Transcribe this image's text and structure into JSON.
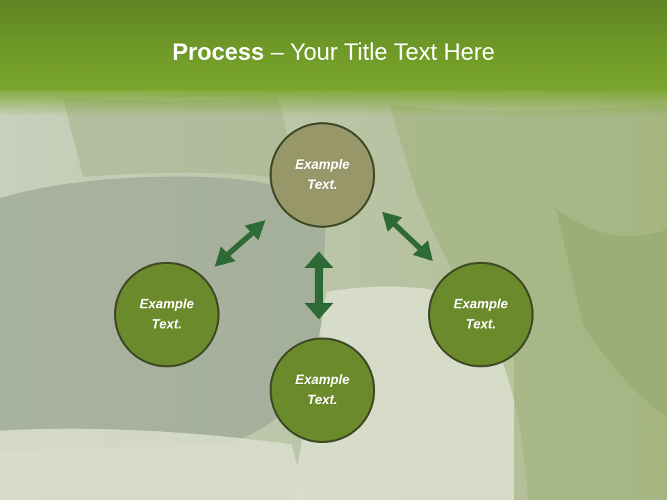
{
  "slide": {
    "title_bold": "Process",
    "title_rest": " – Your Title Text Here"
  },
  "nodes": [
    {
      "id": "top",
      "line1": "Example",
      "line2": "Text."
    },
    {
      "id": "left",
      "line1": "Example",
      "line2": "Text."
    },
    {
      "id": "right",
      "line1": "Example",
      "line2": "Text."
    },
    {
      "id": "bottom",
      "line1": "Example",
      "line2": "Text."
    }
  ],
  "colors": {
    "header": "#6f9a27",
    "top_node": "#97976a",
    "node": "#6a8a2c",
    "node_border": "#3d4a24",
    "arrow": "#2e6a35"
  }
}
